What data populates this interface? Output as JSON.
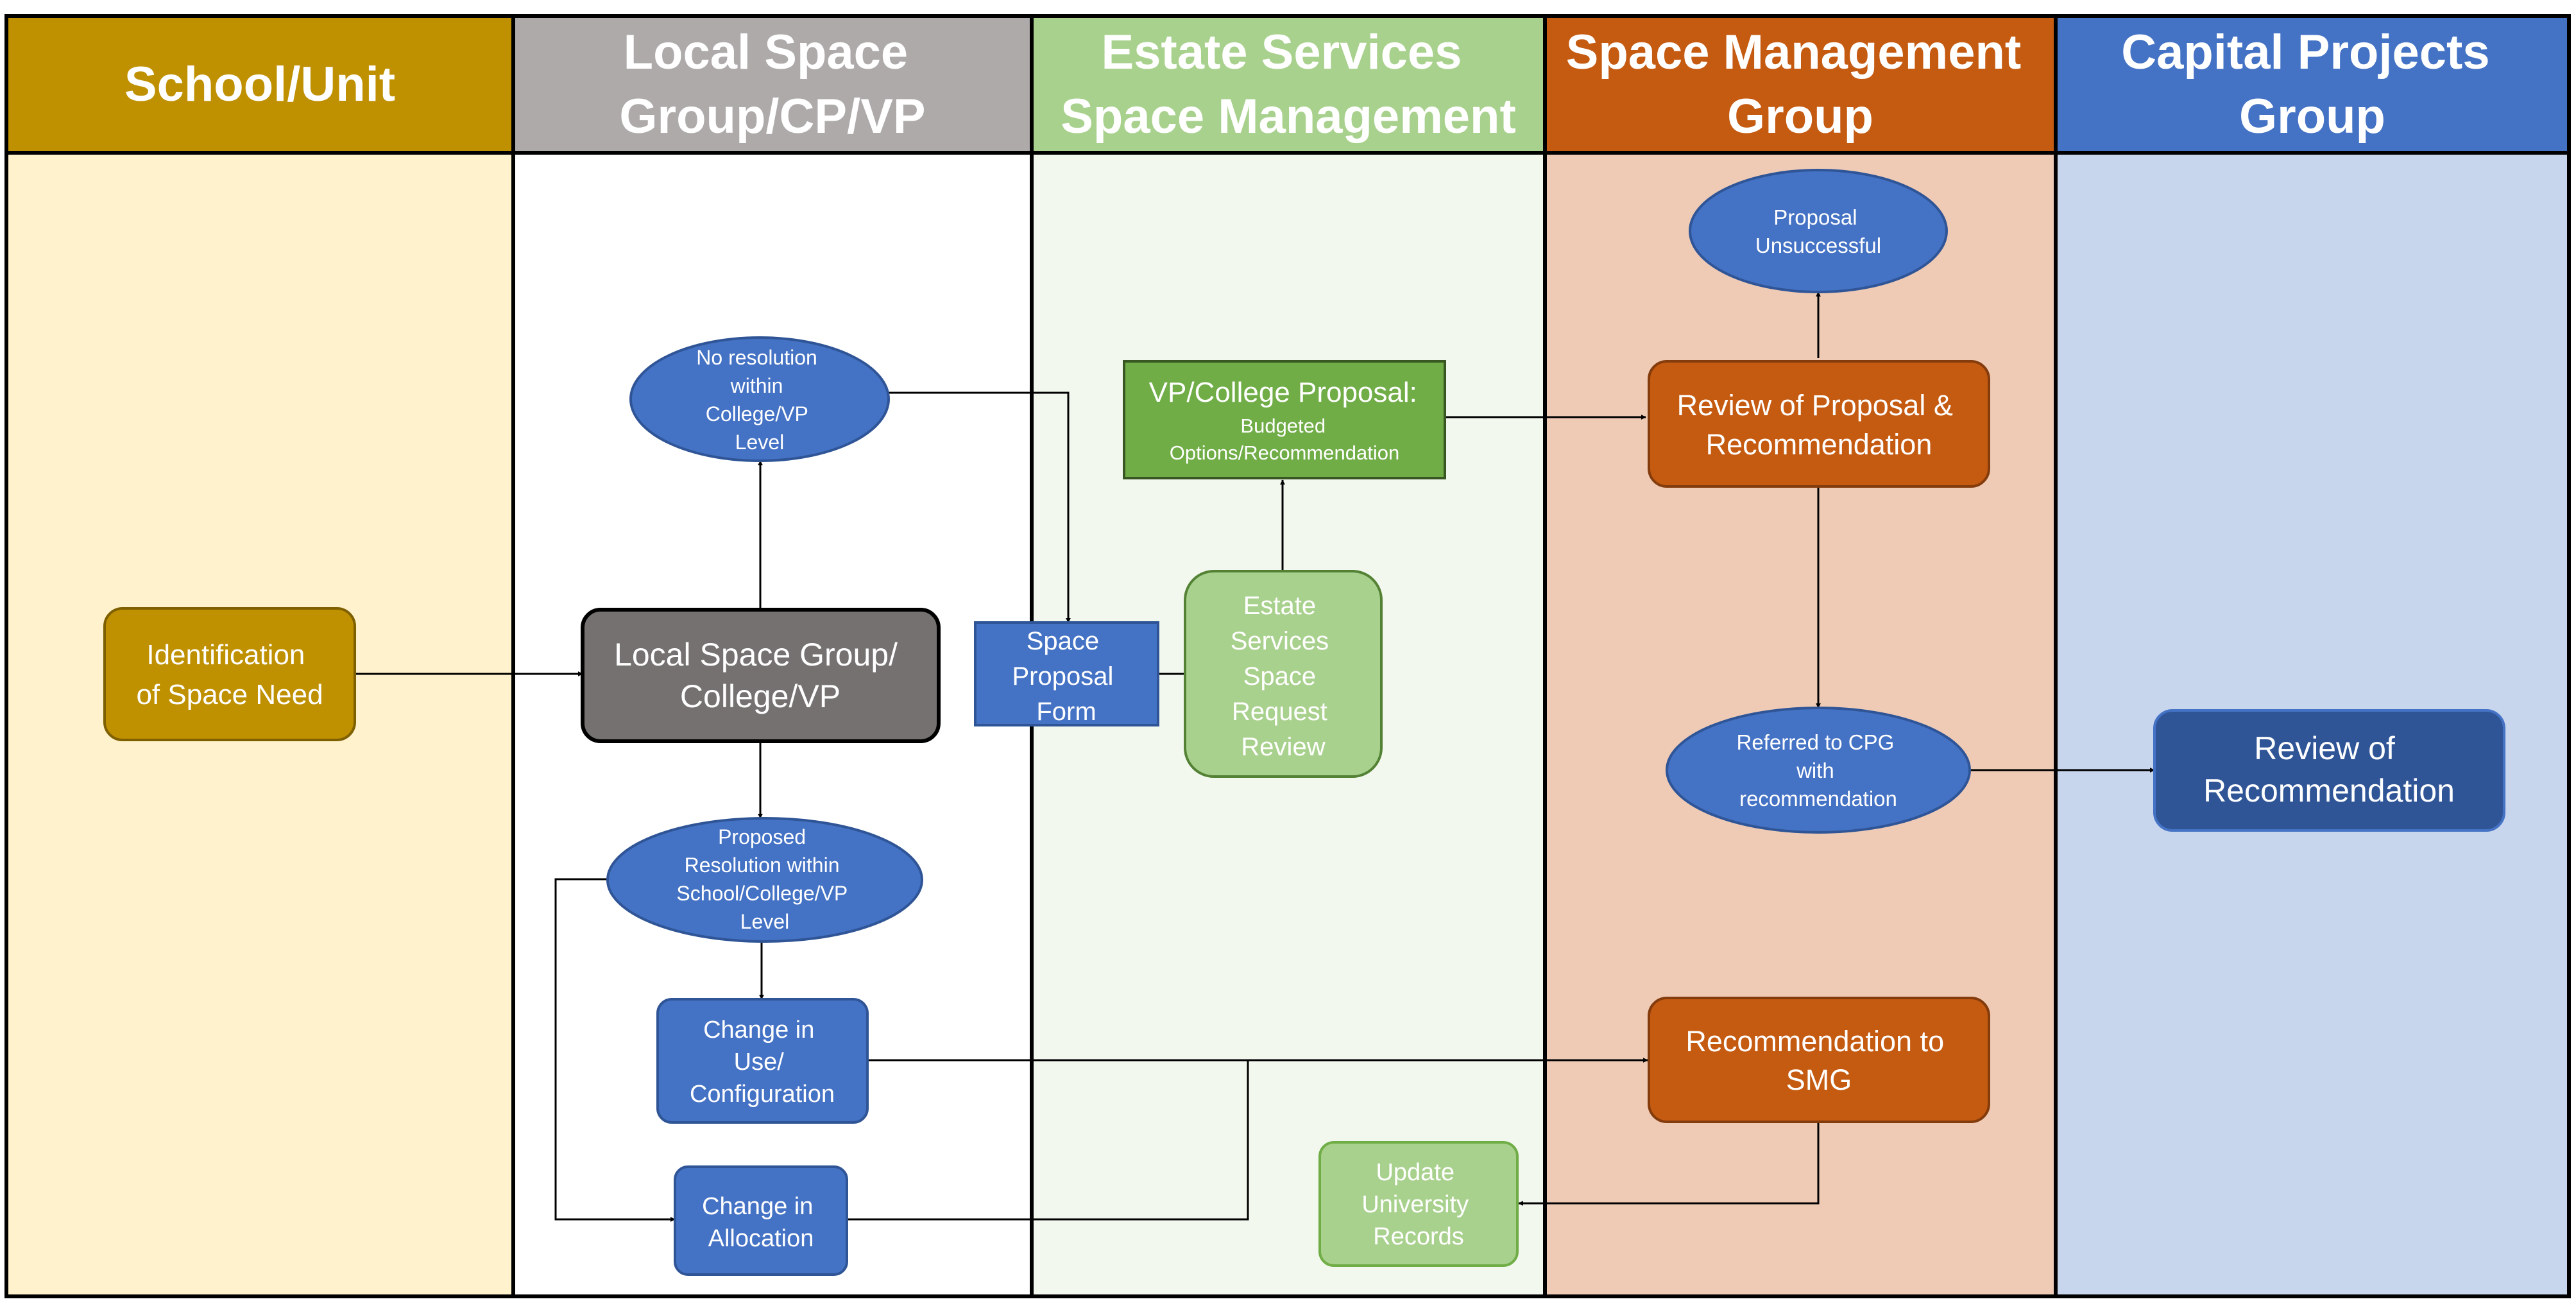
{
  "lanes": [
    {
      "id": "school",
      "title": [
        "School/Unit"
      ],
      "header_color": "#bf9000",
      "body_color": "#fff2cc"
    },
    {
      "id": "local",
      "title": [
        "Local Space",
        "Group/CP/VP"
      ],
      "header_color": "#aeaaaa",
      "body_color": "#ffffff"
    },
    {
      "id": "estate",
      "title": [
        "Estate Services",
        "Space Management"
      ],
      "header_color": "#a9d18e",
      "body_color": "#f2f8ee"
    },
    {
      "id": "smg",
      "title": [
        "Space Management",
        "Group"
      ],
      "header_color": "#c55a11",
      "body_color": "#efcbb6"
    },
    {
      "id": "cpg",
      "title": [
        "Capital Projects",
        "Group"
      ],
      "header_color": "#4472c4",
      "body_color": "#c7d5ed"
    }
  ],
  "nodes": {
    "identification": {
      "lines": [
        "Identification",
        "of Space Need"
      ],
      "fill": "#bf9000"
    },
    "local_group": {
      "lines": [
        "Local Space Group/",
        "College/VP"
      ],
      "fill": "#767171"
    },
    "no_resolution": {
      "lines": [
        "No resolution",
        "within",
        "College/VP",
        "Level"
      ],
      "fill": "#4472c4"
    },
    "proposed_resolution": {
      "lines": [
        "Proposed",
        "Resolution within",
        "School/College/VP",
        "Level"
      ],
      "fill": "#4472c4"
    },
    "change_use": {
      "lines": [
        "Change in",
        "Use/",
        "Configuration"
      ],
      "fill": "#4472c4"
    },
    "change_allocation": {
      "lines": [
        "Change in",
        "Allocation"
      ],
      "fill": "#4472c4"
    },
    "space_proposal_form": {
      "lines": [
        "Space",
        "Proposal",
        "Form"
      ],
      "fill": "#4472c4"
    },
    "estate_review": {
      "lines": [
        "Estate",
        "Services",
        "Space",
        "Request",
        "Review"
      ],
      "fill": "#a9d18e"
    },
    "vp_proposal": {
      "lines": [
        "VP/College Proposal:",
        "Budgeted",
        "Options/Recommendation"
      ],
      "fill": "#70ad47"
    },
    "update_records": {
      "lines": [
        "Update",
        "University",
        "Records"
      ],
      "fill": "#a9d18e"
    },
    "proposal_unsuccessful": {
      "lines": [
        "Proposal",
        "Unsuccessful"
      ],
      "fill": "#4472c4"
    },
    "review_proposal": {
      "lines": [
        "Review of Proposal &",
        "Recommendation"
      ],
      "fill": "#c55a11"
    },
    "referred_cpg": {
      "lines": [
        "Referred to CPG",
        "with",
        "recommendation"
      ],
      "fill": "#4472c4"
    },
    "recommendation_smg": {
      "lines": [
        "Recommendation to",
        "SMG"
      ],
      "fill": "#c55a11"
    },
    "review_recommendation": {
      "lines": [
        "Review of",
        "Recommendation"
      ],
      "fill": "#2f5597"
    }
  }
}
